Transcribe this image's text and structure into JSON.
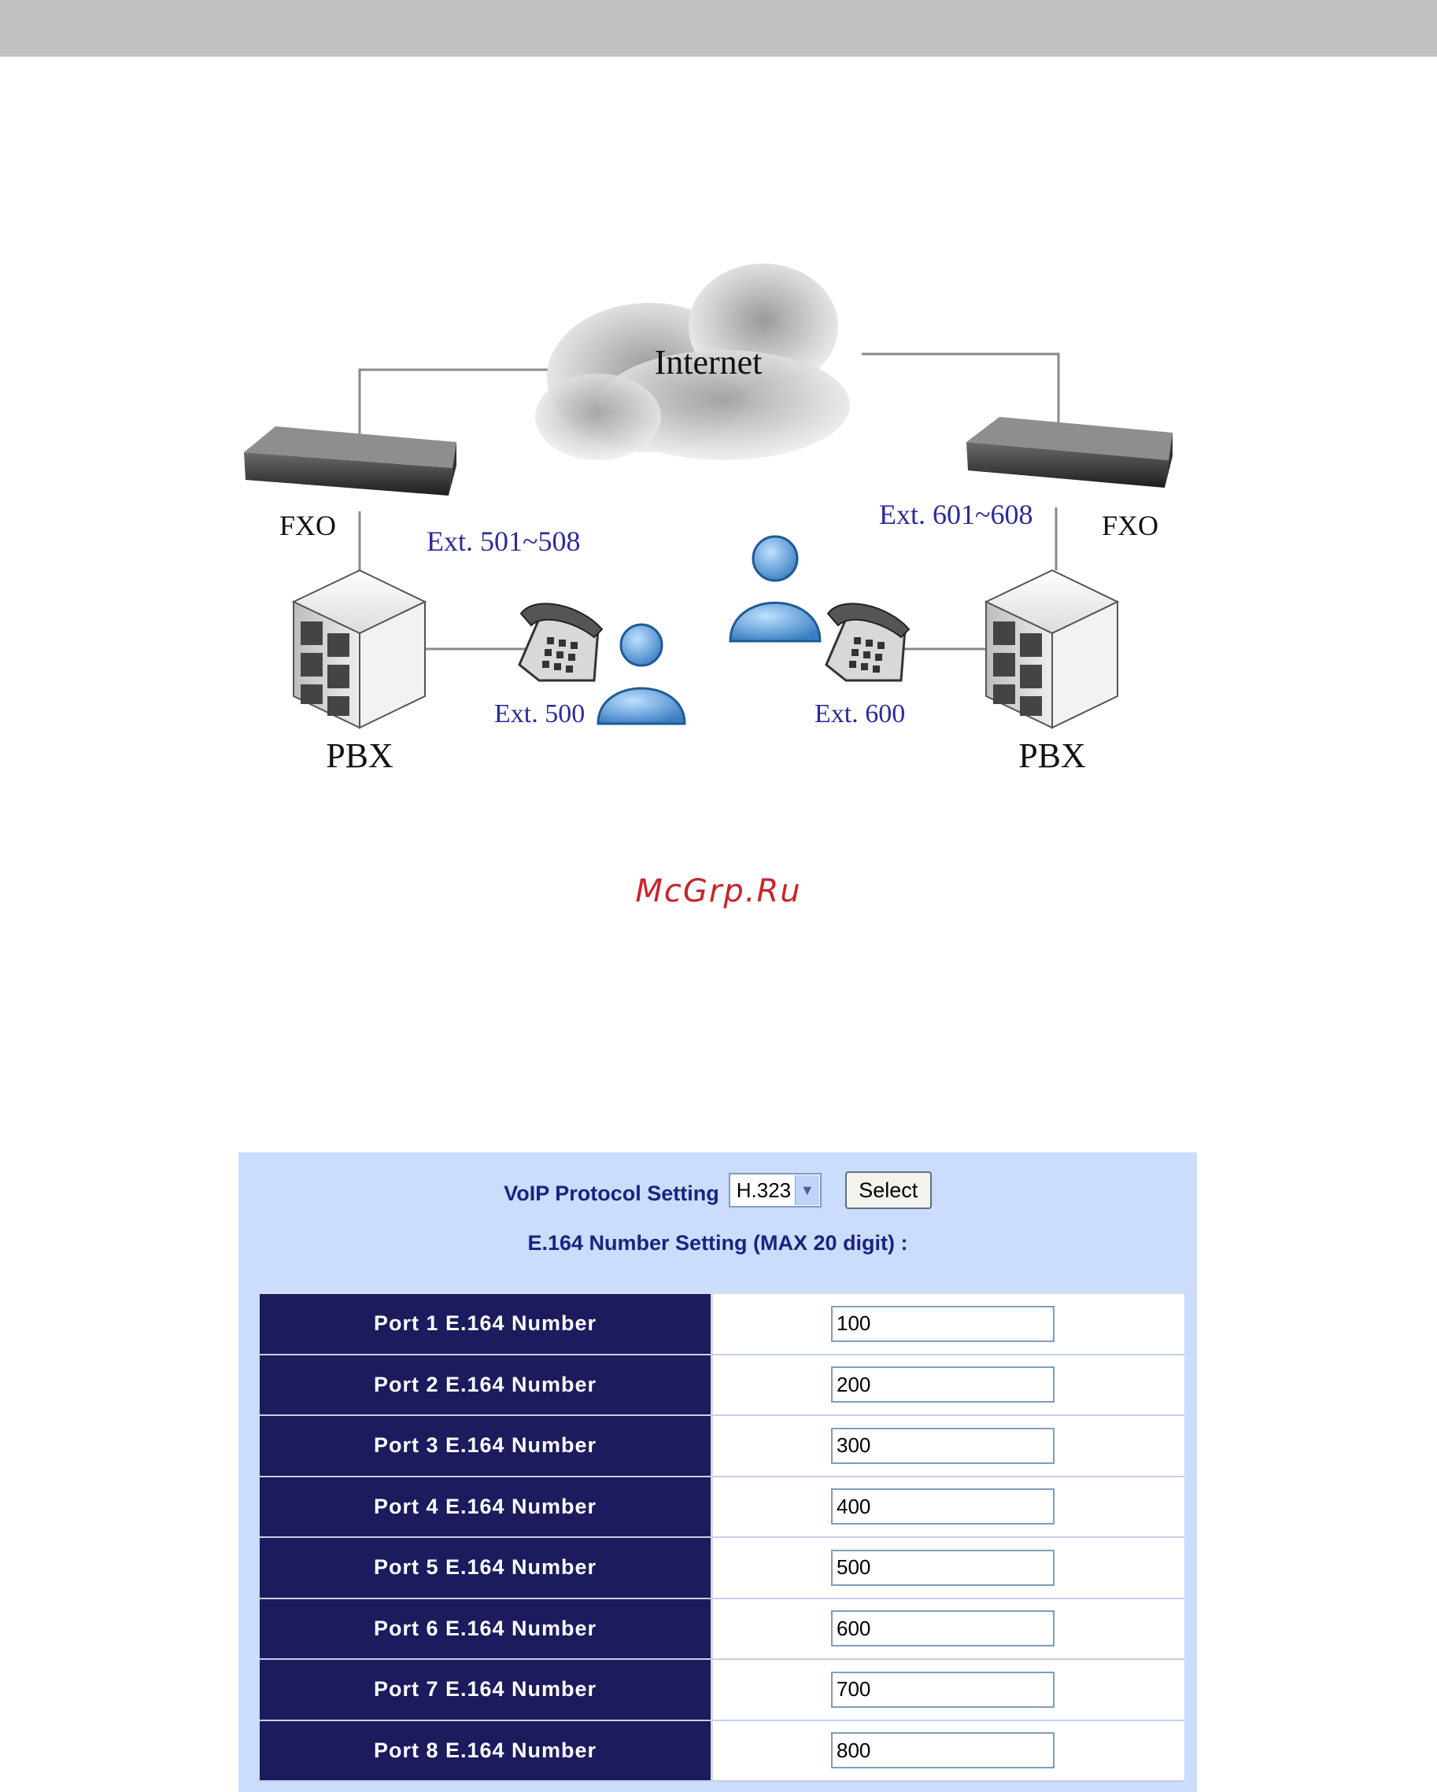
{
  "diagram": {
    "cloud_label": "Internet",
    "left": {
      "fxo_label": "FXO",
      "ext_range": "Ext. 501~508",
      "ext_phone": "Ext. 500",
      "pbx_label": "PBX"
    },
    "right": {
      "fxo_label": "FXO",
      "ext_range": "Ext. 601~608",
      "ext_phone": "Ext. 600",
      "pbx_label": "PBX"
    },
    "colors": {
      "ext_text": "#2b2b9a",
      "person": "#5b9bd5",
      "wire": "#8a8a8a"
    }
  },
  "watermark": "McGrp.Ru",
  "settings": {
    "protocol_label": "VoIP Protocol Setting",
    "protocol_value": "H.323",
    "select_button": "Select",
    "e164_heading": "E.164 Number Setting (MAX 20 digit) :",
    "ports": [
      {
        "label": "Port 1 E.164 Number",
        "value": "100"
      },
      {
        "label": "Port 2 E.164 Number",
        "value": "200"
      },
      {
        "label": "Port 3 E.164 Number",
        "value": "300"
      },
      {
        "label": "Port 4 E.164 Number",
        "value": "400"
      },
      {
        "label": "Port 5 E.164 Number",
        "value": "500"
      },
      {
        "label": "Port 6 E.164 Number",
        "value": "600"
      },
      {
        "label": "Port 7 E.164 Number",
        "value": "700"
      },
      {
        "label": "Port 8 E.164 Number",
        "value": "800"
      }
    ],
    "colors": {
      "panel_bg": "#cbdcfc",
      "label_bg": "#1b1b5e",
      "heading_text": "#1a237e"
    }
  }
}
